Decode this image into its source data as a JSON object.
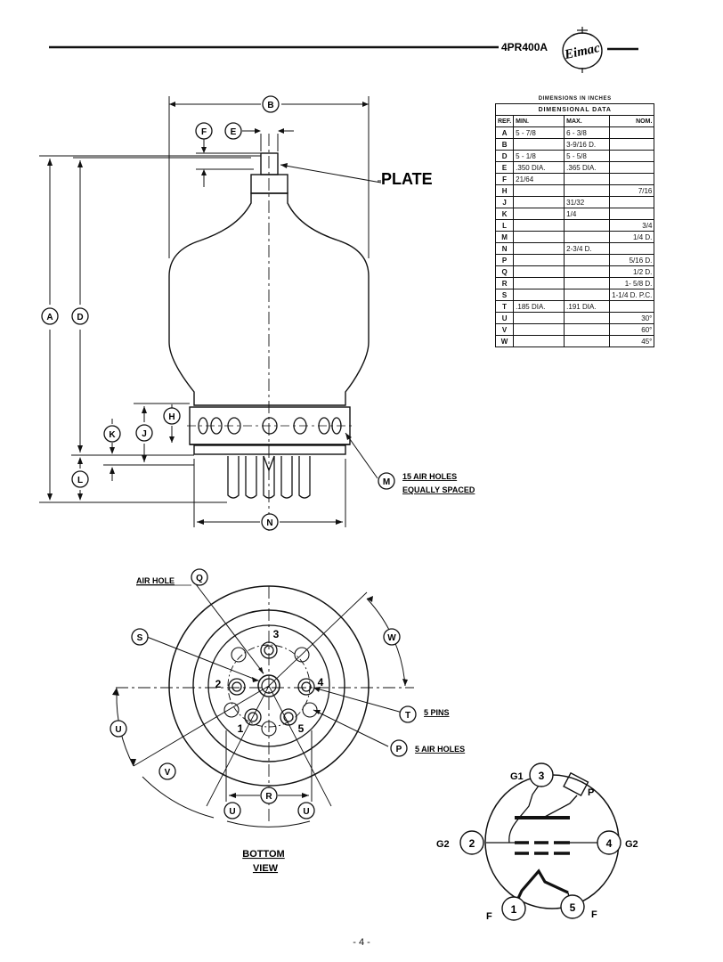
{
  "header": {
    "model": "4PR400A",
    "logo_text": "Eimac"
  },
  "table": {
    "caption_top": "DIMENSIONS IN INCHES",
    "caption": "DIMENSIONAL DATA",
    "columns": [
      "REF.",
      "MIN.",
      "MAX.",
      "NOM."
    ],
    "rows": [
      [
        "A",
        "5 - 7/8",
        "6 - 3/8",
        ""
      ],
      [
        "B",
        "",
        "3-9/16 D.",
        ""
      ],
      [
        "D",
        "5 - 1/8",
        "5 - 5/8",
        ""
      ],
      [
        "E",
        ".350 DIA.",
        ".365 DIA.",
        ""
      ],
      [
        "F",
        "21/64",
        "",
        ""
      ],
      [
        "H",
        "",
        "",
        "7/16"
      ],
      [
        "J",
        "",
        "31/32",
        ""
      ],
      [
        "K",
        "",
        "1/4",
        ""
      ],
      [
        "L",
        "",
        "",
        "3/4"
      ],
      [
        "M",
        "",
        "",
        "1/4 D."
      ],
      [
        "N",
        "",
        "2-3/4 D.",
        ""
      ],
      [
        "P",
        "",
        "",
        "5/16 D."
      ],
      [
        "Q",
        "",
        "",
        "1/2 D."
      ],
      [
        "R",
        "",
        "",
        "1- 5/8 D."
      ],
      [
        "S",
        "",
        "",
        "1-1/4 D. P.C."
      ],
      [
        "T",
        ".185 DIA.",
        ".191 DIA.",
        ""
      ],
      [
        "U",
        "",
        "",
        "30°"
      ],
      [
        "V",
        "",
        "",
        "60°"
      ],
      [
        "W",
        "",
        "",
        "45°"
      ]
    ]
  },
  "side_view": {
    "plate_label": "PLATE",
    "refs": {
      "A": "A",
      "B": "B",
      "D": "D",
      "E": "E",
      "F": "F",
      "H": "H",
      "J": "J",
      "K": "K",
      "L": "L",
      "M": "M",
      "N": "N"
    },
    "air_holes_line1": "15 AIR HOLES",
    "air_holes_line2": "EQUALLY SPACED"
  },
  "bottom_view": {
    "air_hole_label": "AIR HOLE",
    "refs": {
      "Q": "Q",
      "S": "S",
      "W": "W",
      "T": "T",
      "P": "P",
      "U": "U",
      "V": "V",
      "R": "R"
    },
    "pin_numbers": {
      "p1": "1",
      "p2": "2",
      "p3": "3",
      "p4": "4",
      "p5": "5"
    },
    "pins_label": "5 PINS",
    "air_holes_label": "5 AIR HOLES",
    "title_line1": "BOTTOM",
    "title_line2": "VIEW"
  },
  "schematic": {
    "pins": {
      "p1": "1",
      "p2": "2",
      "p3": "3",
      "p4": "4",
      "p5": "5"
    },
    "labels": {
      "g1": "G1",
      "g2_left": "G2",
      "g2_right": "G2",
      "plate": "P",
      "f_left": "F",
      "f_right": "F"
    }
  },
  "footer": {
    "page_number": "- 4 -"
  }
}
